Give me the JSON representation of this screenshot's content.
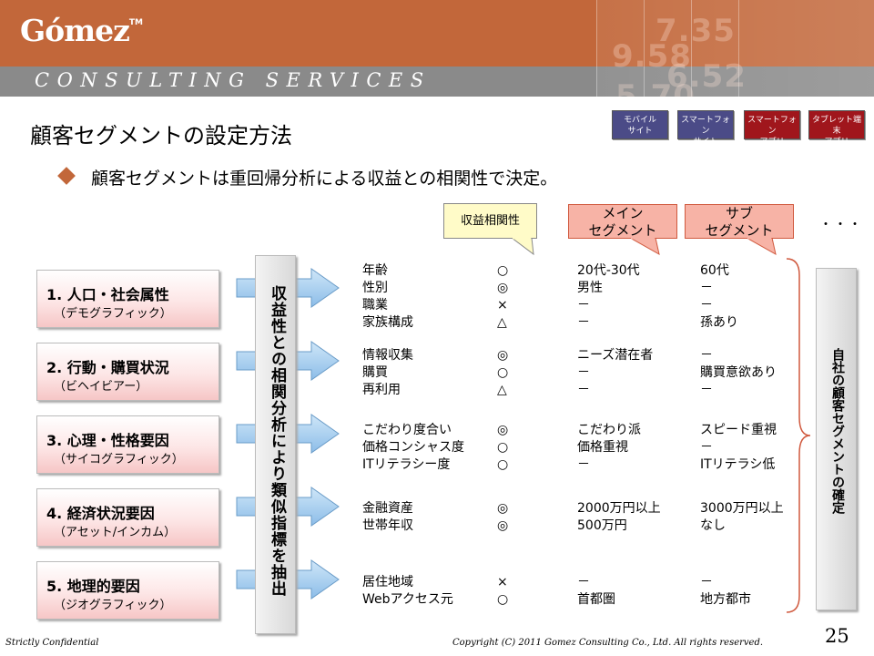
{
  "header": {
    "logo": "Gómez",
    "logo_tm": "TM",
    "tagline": "CONSULTING SERVICES",
    "bg_numbers": [
      "7.35",
      "9.58",
      "6.52",
      "5.70"
    ]
  },
  "slide": {
    "title": "顧客セグメントの設定方法",
    "badges": [
      "モバイル\nサイト",
      "スマートフォン\nサイト",
      "スマートフォン\nアプリ",
      "タブレット端末\nアプリ"
    ],
    "bullet": "顧客セグメントは重回帰分析による収益との相関性で決定。",
    "columns": {
      "correlation": "収益相関性",
      "main": "メイン\nセグメント",
      "sub": "サブ\nセグメント",
      "more": "・・・"
    },
    "vertical_label": "収益性との相関分析により類似指標を抽出",
    "right_label": "自社の顧客セグメントの確定",
    "categories": [
      {
        "title": "1. 人口・社会属性",
        "sub": "（デモグラフィック）",
        "rows": [
          {
            "item": "年齢",
            "corr": "○",
            "main": "20代-30代",
            "sub": "60代"
          },
          {
            "item": "性別",
            "corr": "◎",
            "main": "男性",
            "sub": "－"
          },
          {
            "item": "職業",
            "corr": "×",
            "main": "－",
            "sub": "－"
          },
          {
            "item": "家族構成",
            "corr": "△",
            "main": "－",
            "sub": "孫あり"
          }
        ]
      },
      {
        "title": "2. 行動・購買状況",
        "sub": "（ビヘイビアー）",
        "rows": [
          {
            "item": "情報収集",
            "corr": "◎",
            "main": "ニーズ潜在者",
            "sub": "－"
          },
          {
            "item": "購買",
            "corr": "○",
            "main": "－",
            "sub": "購買意欲あり"
          },
          {
            "item": "再利用",
            "corr": "△",
            "main": "－",
            "sub": "－"
          }
        ]
      },
      {
        "title": "3. 心理・性格要因",
        "sub": "（サイコグラフィック）",
        "rows": [
          {
            "item": "こだわり度合い",
            "corr": "◎",
            "main": "こだわり派",
            "sub": "スピード重視"
          },
          {
            "item": "価格コンシャス度",
            "corr": "○",
            "main": "価格重視",
            "sub": "－"
          },
          {
            "item": "ITリテラシー度",
            "corr": "○",
            "main": "－",
            "sub": "ITリテラシ低"
          }
        ]
      },
      {
        "title": "4. 経済状況要因",
        "sub": "（アセット/インカム）",
        "rows": [
          {
            "item": "金融資産",
            "corr": "◎",
            "main": "2000万円以上",
            "sub": "3000万円以上"
          },
          {
            "item": "世帯年収",
            "corr": "◎",
            "main": "500万円",
            "sub": "なし"
          }
        ]
      },
      {
        "title": "5. 地理的要因",
        "sub": "（ジオグラフィック）",
        "rows": [
          {
            "item": "居住地域",
            "corr": "×",
            "main": "－",
            "sub": "－"
          },
          {
            "item": "Webアクセス元",
            "corr": "○",
            "main": "首都圏",
            "sub": "地方都市"
          }
        ]
      }
    ]
  },
  "footer": {
    "left": "Strictly Confidential",
    "center": "Copyright (C) 2011 Gomez Consulting Co., Ltd.  All rights reserved.",
    "page": "25"
  },
  "colors": {
    "brand": "#c2673a",
    "band": "#8a8a8a",
    "badge_blue": "#4b4b87",
    "badge_red": "#a0161c",
    "callout_red": "#f7b3a6"
  }
}
